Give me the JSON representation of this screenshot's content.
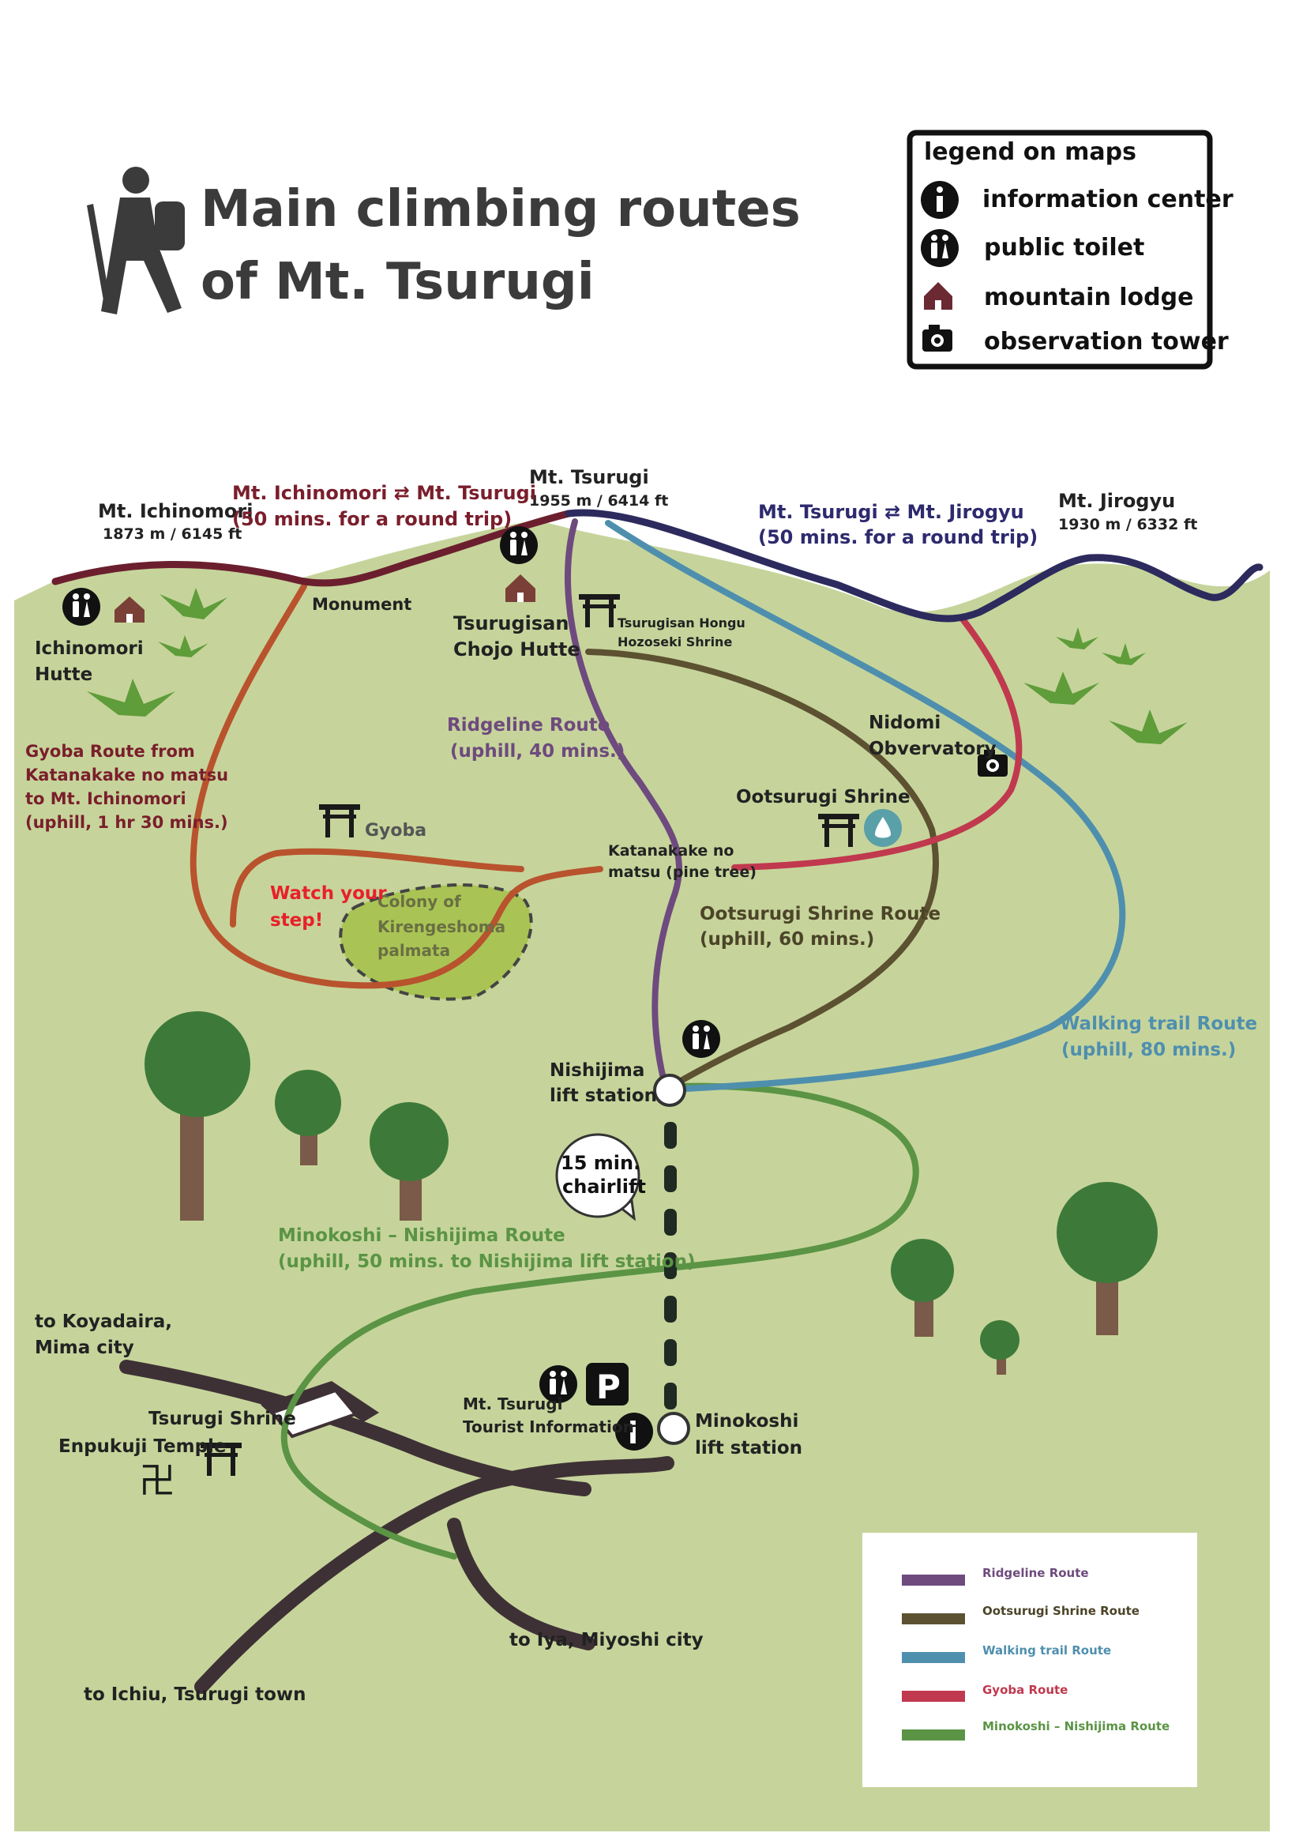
{
  "title": {
    "line1": "Main climbing routes",
    "line2": "of Mt. Tsurugi"
  },
  "legend_icons": {
    "heading": "legend on maps",
    "items": [
      {
        "icon": "info-icon",
        "label": "information center"
      },
      {
        "icon": "toilet-icon",
        "label": "public toilet"
      },
      {
        "icon": "lodge-icon",
        "label": "mountain lodge"
      },
      {
        "icon": "camera-icon",
        "label": "observation tower"
      }
    ]
  },
  "legend_routes": {
    "items": [
      {
        "label": "Ridgeline Route",
        "color": "#6e4a7e"
      },
      {
        "label": "Ootsurugi Shrine Route",
        "color": "#5c5131"
      },
      {
        "label": "Walking trail Route",
        "color": "#4f8fae"
      },
      {
        "label": "Gyoba Route",
        "color": "#c0394e"
      },
      {
        "label": "Minokoshi – Nishijima Route",
        "color": "#5a9444"
      }
    ]
  },
  "colors": {
    "ground": "#c6d49b",
    "ridge_west": "#6b1f2e",
    "ridge_east": "#2d2a5e",
    "ridgeline": "#6e4a7e",
    "ootsurugi": "#5c5131",
    "walking": "#4f8fae",
    "gyoba_red": "#c0394e",
    "gyoba_orange": "#b8532e",
    "minokoshi": "#5a9444",
    "road": "#3e3135",
    "chairlift": "#1f2a22",
    "colony": "#a9c454",
    "tree_crown": "#3d7a3a",
    "tree_trunk": "#7a5a48",
    "note_red": "#e8202a"
  },
  "map": {
    "peaks": {
      "ichinomori_name": "Mt. Ichinomori",
      "ichinomori_height": "1873 m / 6145 ft",
      "tsurugi_name": "Mt. Tsurugi",
      "tsurugi_height": "1955 m / 6414 ft",
      "jirogyu_name": "Mt. Jirogyu",
      "jirogyu_height": "1930 m / 6332 ft"
    },
    "ridge_west_label": [
      "Mt. Ichinomori ⇄ Mt. Tsurugi",
      "(50 mins. for a round trip)"
    ],
    "ridge_east_label": [
      "Mt. Tsurugi ⇄ Mt. Jirogyu",
      "(50 mins. for a round trip)"
    ],
    "places": {
      "monument": "Monument",
      "ichinomori_hutte": [
        "Ichinomori",
        "Hutte"
      ],
      "chojo_hutte": [
        "Tsurugisan",
        "Chojo Hutte"
      ],
      "hongu": [
        "Tsurugisan Hongu",
        "Hozoseki Shrine"
      ],
      "nidomi": [
        "Nidomi",
        "Obvervatory"
      ],
      "ootsurugi_shrine": "Ootsurugi Shrine",
      "gyoba": "Gyoba",
      "katanakake": [
        "Katanakake no",
        "matsu (pine tree)"
      ],
      "colony": [
        "Colony of",
        "Kirengeshoma",
        "palmata"
      ],
      "nishijima": [
        "Nishijima",
        "lift station"
      ],
      "minokoshi": [
        "Minokoshi",
        "lift station"
      ],
      "tourist_info": [
        "Mt. Tsurugi",
        "Tourist Information"
      ],
      "tsurugi_shrine": "Tsurugi Shrine",
      "enpukuji": "Enpukuji Temple",
      "koyadaira": [
        "to Koyadaira,",
        "Mima city"
      ],
      "iya": "to Iya, Miyoshi city",
      "ichiu": "to Ichiu, Tsurugi town"
    },
    "routes": {
      "gyoba": [
        "Gyoba Route from",
        "Katanakake no matsu",
        "to Mt. Ichinomori",
        "(uphill, 1 hr 30 mins.)"
      ],
      "ridgeline": [
        "Ridgeline Route",
        "(uphill, 40 mins.)"
      ],
      "ootsurugi": [
        "Ootsurugi Shrine Route",
        "(uphill, 60 mins.)"
      ],
      "walking": [
        "Walking trail Route",
        "(uphill, 80 mins.)"
      ],
      "minokoshi": [
        "Minokoshi – Nishijima Route",
        "(uphill, 50 mins. to Nishijima lift station)"
      ]
    },
    "watch_step": [
      "Watch your",
      "step!"
    ],
    "chairlift_bubble": [
      "15 min.",
      "chairlift"
    ],
    "parking": "P",
    "info_glyph": "i",
    "temple_glyph": "卍"
  }
}
